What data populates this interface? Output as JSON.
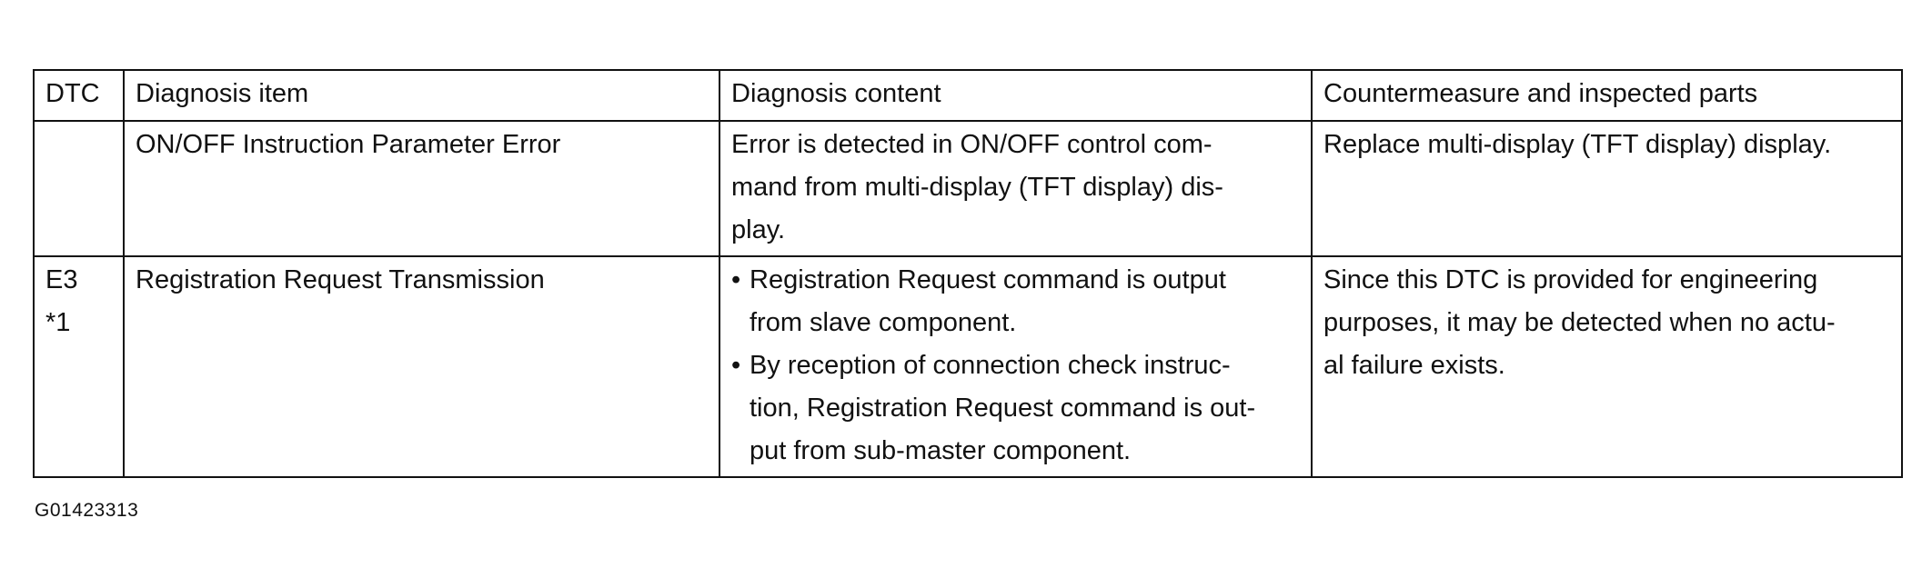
{
  "table": {
    "headers": {
      "dtc": "DTC",
      "item": "Diagnosis item",
      "content": "Diagnosis content",
      "counter": "Countermeasure and inspected parts"
    },
    "rows": [
      {
        "dtc_lines": [],
        "item": "ON/OFF Instruction Parameter Error",
        "content_lines": [
          "Error is detected in ON/OFF control com-",
          "mand from multi-display (TFT display) dis-",
          "play."
        ],
        "counter_lines": [
          "Replace multi-display (TFT display) display."
        ]
      },
      {
        "dtc_lines": [
          "E3",
          "*1"
        ],
        "item": "Registration Request Transmission",
        "content_bullets": [
          {
            "lines": [
              "Registration Request command is output",
              "from slave component."
            ]
          },
          {
            "lines": [
              "By reception of connection check instruc-",
              "tion, Registration Request command is out-",
              "put from sub-master component."
            ]
          }
        ],
        "counter_lines": [
          "Since this DTC is provided for engineering",
          "purposes, it may be detected when no actu-",
          "al failure exists."
        ]
      }
    ],
    "bullet_symbol": "•"
  },
  "figure_id": "G01423313"
}
